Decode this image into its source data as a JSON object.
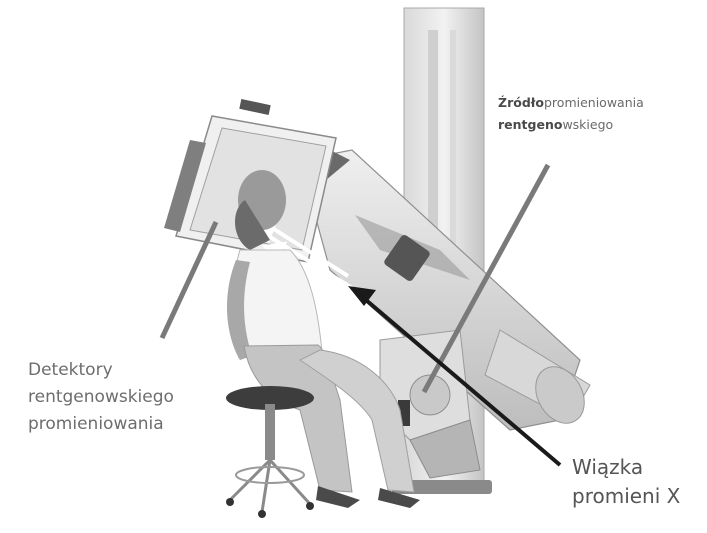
{
  "labels": {
    "source": {
      "line1_bold": "Źródło",
      "line1_rest": "promieniowania",
      "line2_bold": "rentgeno",
      "line2_rest": "wskiego"
    },
    "detectors": [
      "Detektory",
      "rentgenowskiego",
      "promieniowania"
    ],
    "beam": [
      "Wiązka",
      "promieni X"
    ]
  },
  "colors": {
    "pointer_gray": "#7a7a7a",
    "pointer_black": "#1a1a1a",
    "device_light": "#e4e4e4",
    "device_mid": "#b9b9b9",
    "device_dark": "#4d4d4d"
  }
}
